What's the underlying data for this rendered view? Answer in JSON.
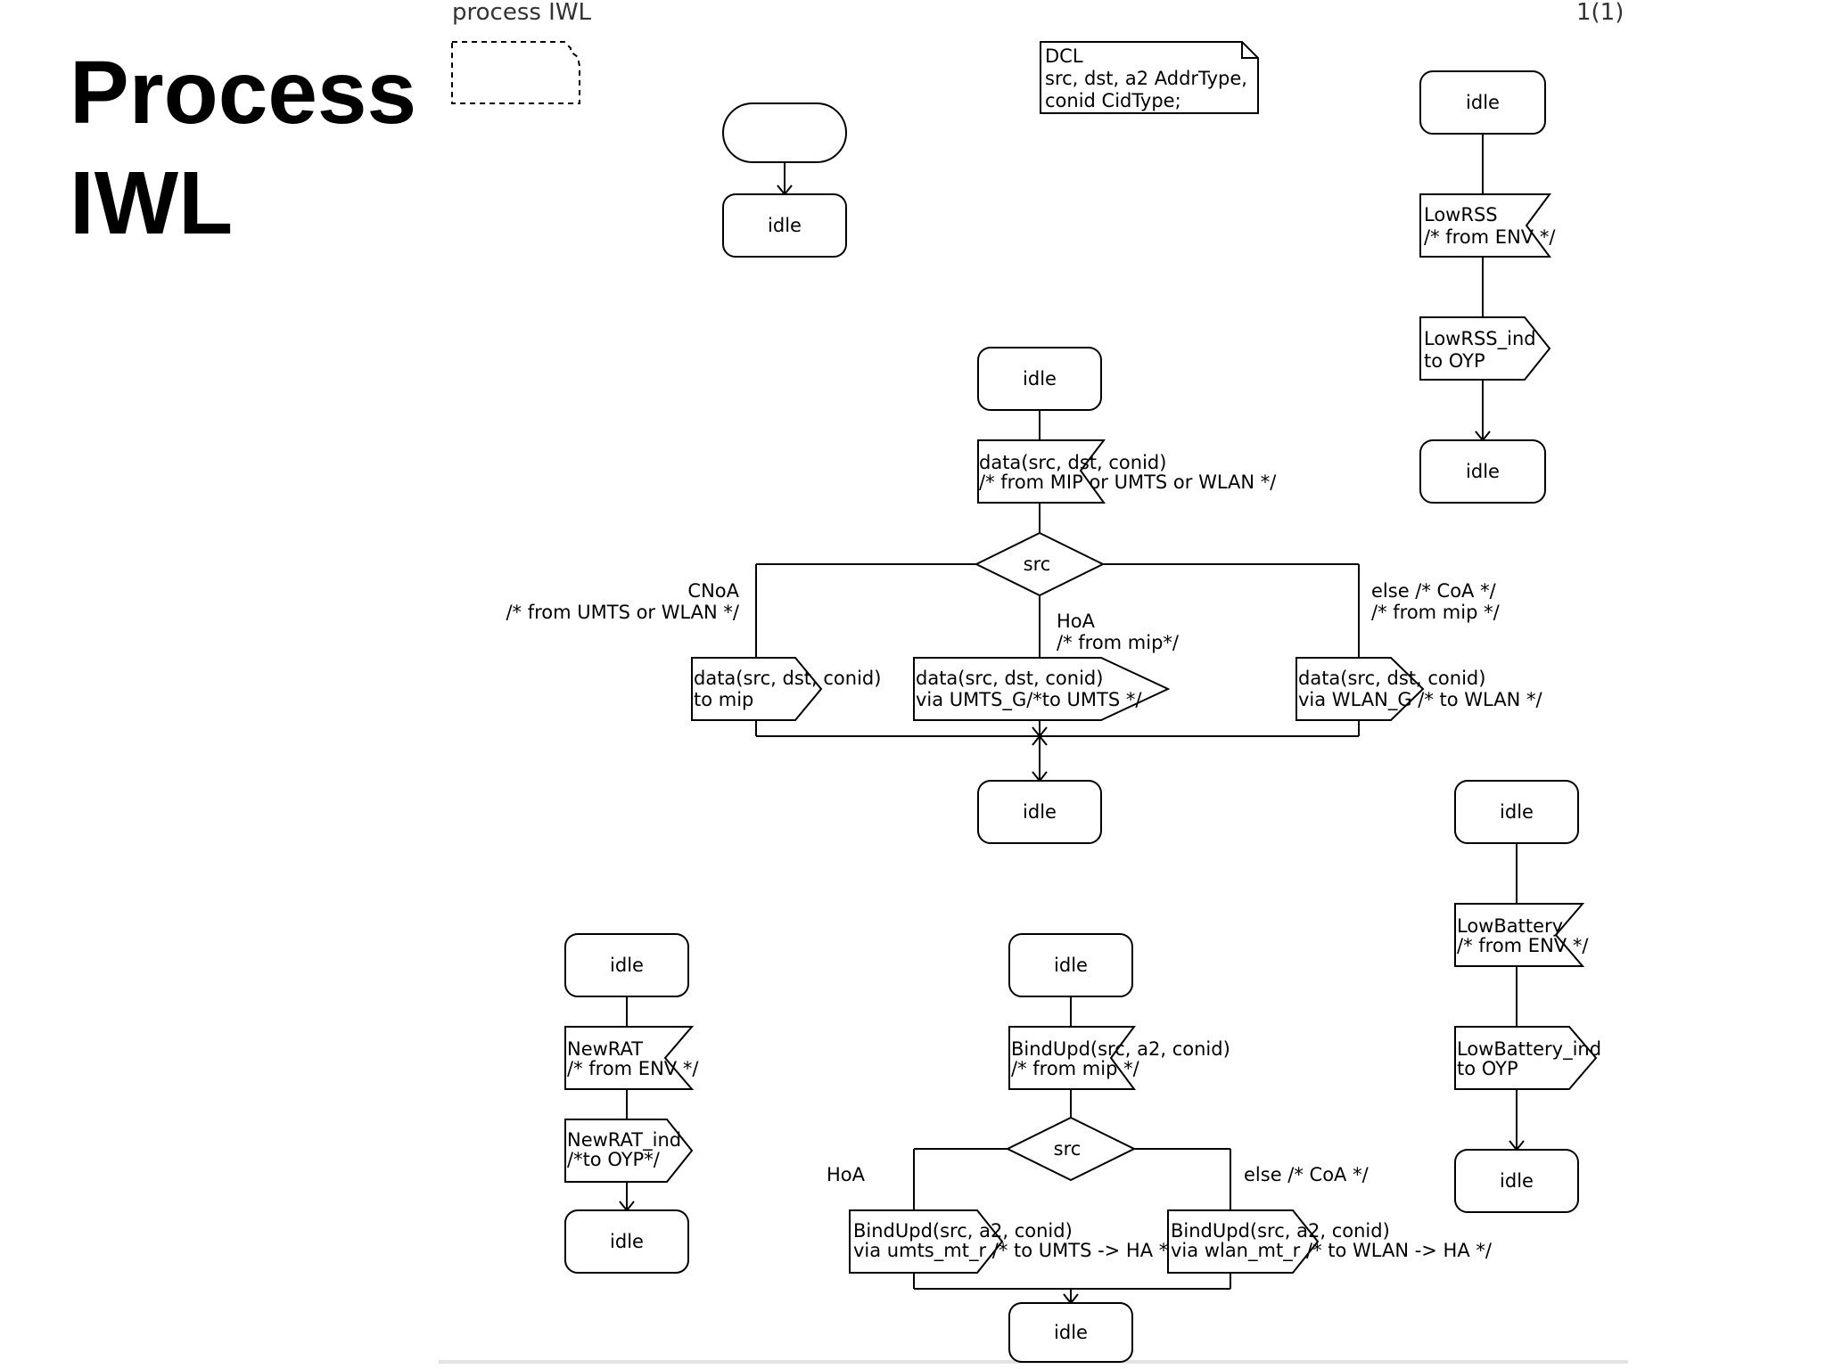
{
  "slide": {
    "title_line1": "Process",
    "title_line2": "IWL"
  },
  "diagram": {
    "header_left": "process IWL",
    "header_right": "1(1)",
    "dcl": [
      "DCL",
      "src, dst, a2 AddrType,",
      "conid CidType;"
    ],
    "state_label": "idle",
    "group_lowrss": {
      "input": [
        "LowRSS",
        "/* from ENV */"
      ],
      "output": [
        "LowRSS_ind",
        "to OYP"
      ]
    },
    "group_data": {
      "input": [
        "data(src, dst, conid)",
        "/* from MIP or UMTS or WLAN */"
      ],
      "decision": "src",
      "branch_left": [
        "CNoA",
        "/* from UMTS or WLAN */"
      ],
      "branch_mid": [
        "HoA",
        "/* from mip*/"
      ],
      "branch_right": [
        "else /* CoA */",
        "/* from mip */"
      ],
      "out_left": [
        "data(src, dst, conid)",
        " to mip"
      ],
      "out_mid": [
        "data(src, dst, conid)",
        "via UMTS_G/*to UMTS */"
      ],
      "out_right": [
        "data(src, dst, conid)",
        "via WLAN_G /*  to WLAN */"
      ]
    },
    "group_lowbattery": {
      "input": [
        "LowBattery",
        "/* from ENV */"
      ],
      "output": [
        "LowBattery_ind",
        "to OYP"
      ]
    },
    "group_newrat": {
      "input": [
        "NewRAT",
        "/* from ENV */"
      ],
      "output": [
        "NewRAT_ind",
        "/*to OYP*/"
      ]
    },
    "group_bindupd": {
      "input": [
        "BindUpd(src, a2, conid)",
        "/* from mip */"
      ],
      "decision": "src",
      "branch_left": "HoA",
      "branch_right": "else /* CoA */",
      "out_left": [
        "BindUpd(src, a2, conid)",
        "via umts_mt_r /* to UMTS -> HA */"
      ],
      "out_right": [
        "BindUpd(src, a2, conid)",
        "via wlan_mt_r /* to WLAN -> HA */"
      ]
    }
  }
}
